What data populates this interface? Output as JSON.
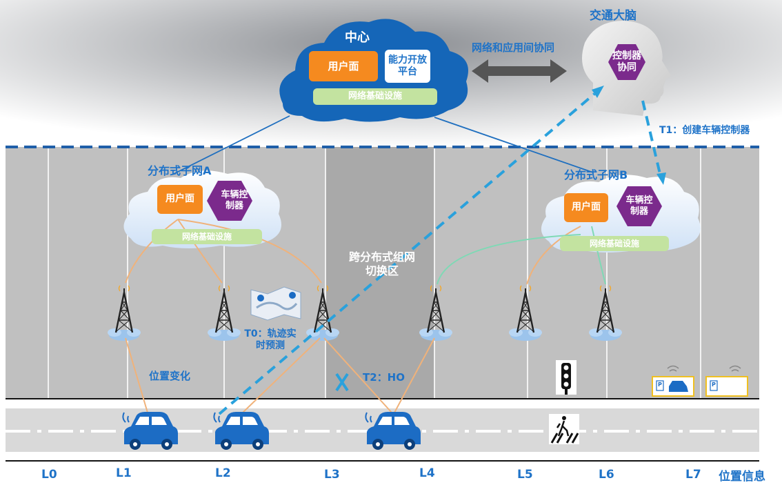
{
  "center": {
    "title": "中心",
    "user_plane": "用户面",
    "capability_open_platform": "能力开放平台",
    "network_infra": "网络基础设施"
  },
  "brain": {
    "title": "交通大脑",
    "controller": "控制器协同"
  },
  "link_label": "网络和应用间协同",
  "t1_label": "T1：创建车辆控制器",
  "subnet_a": {
    "title": "分布式子网A",
    "user_plane": "用户面",
    "vehicle_controller": "车辆控制器",
    "network_infra": "网络基础设施"
  },
  "subnet_b": {
    "title": "分布式子网B",
    "user_plane": "用户面",
    "vehicle_controller": "车辆控制器",
    "network_infra": "网络基础设施"
  },
  "handover_zone": "跨分布式组网切换区",
  "t0_label": "T0：轨迹实时预测",
  "position_change": "位置变化",
  "t2_label": "T2：HO",
  "position_axis": {
    "markers": [
      "L0",
      "L1",
      "L2",
      "L3",
      "L4",
      "L5",
      "L6",
      "L7"
    ],
    "title": "位置信息"
  },
  "parking_sign": "P",
  "colors": {
    "blue_text": "#1f73c8",
    "cloud_blue": "#1566b8",
    "orange": "#f58a1f",
    "purple": "#7b2a8c",
    "green": "#c3e3a0",
    "dash_blue": "#2aa1dc",
    "road_gray": "#d9d9d9",
    "car_blue": "#1c6cc4"
  }
}
